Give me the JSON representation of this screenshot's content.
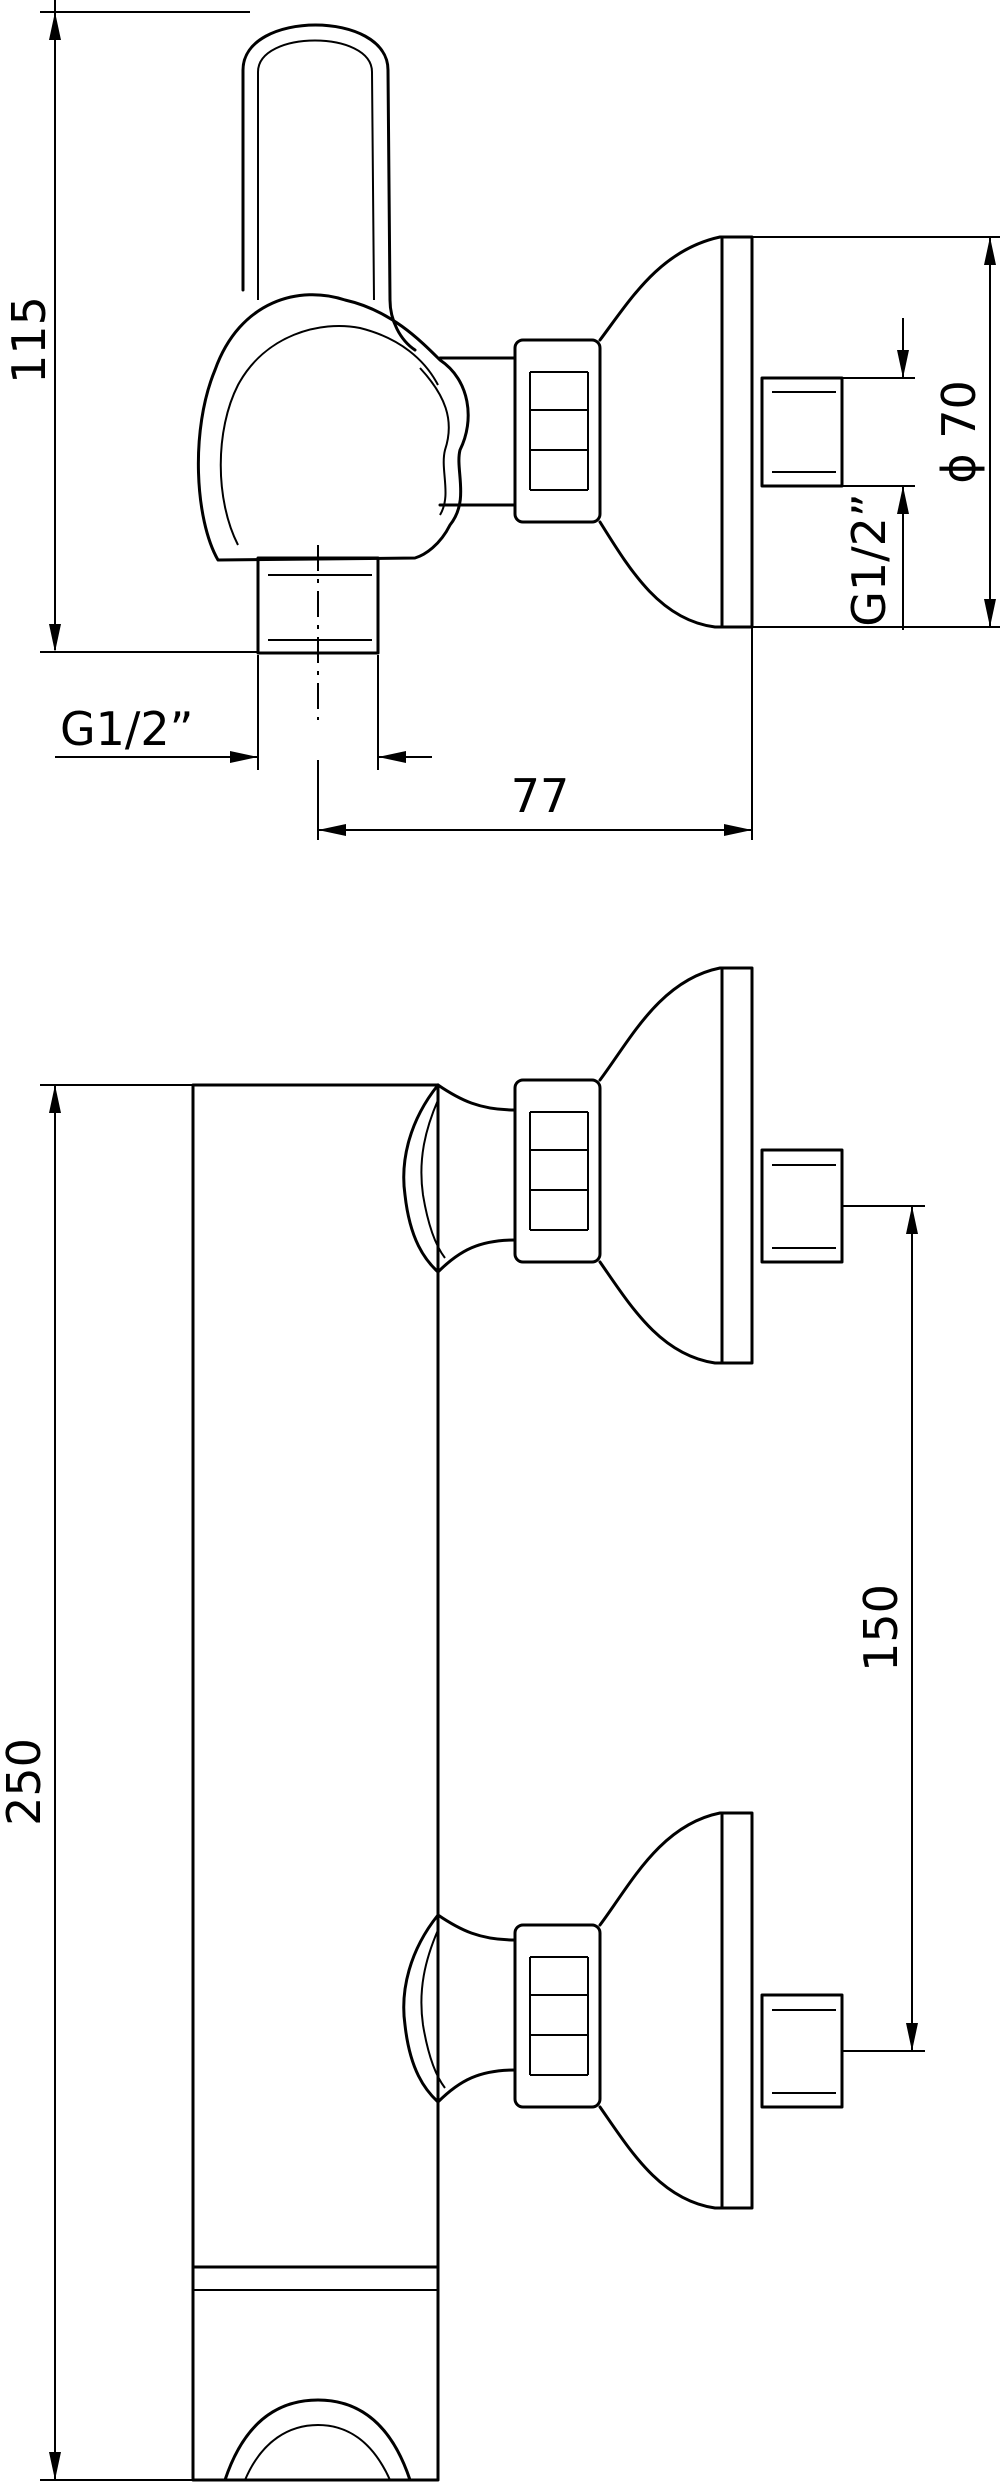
{
  "dimensions": {
    "top_height": "115",
    "thread_bottom": "G1/2”",
    "thread_side": "G1/2”",
    "diameter": "ϕ 70",
    "depth": "77",
    "body_length": "250",
    "inlet_spacing": "150"
  }
}
